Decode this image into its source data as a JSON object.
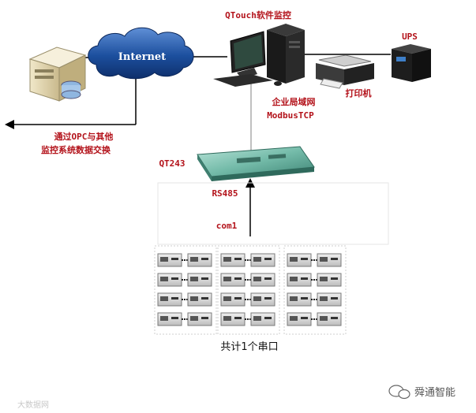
{
  "labels": {
    "qtouch": "QTouch软件监控",
    "ups": "UPS",
    "internet": "Internet",
    "printer": "打印机",
    "lan_line1": "企业局域网",
    "lan_line2": "ModbusTCP",
    "opc_line1": "通过OPC与其他",
    "opc_line2": "监控系统数据交换",
    "qt243": "QT243",
    "rs485": "RS485",
    "com1": "com1",
    "serial_total": "共计1个串口",
    "watermark_left": "大数据网",
    "watermark_right": "舜通智能"
  },
  "colors": {
    "label_red": "#b3121a",
    "cloud": "#1c4f9e",
    "device_green": "#6fb8a8",
    "line": "#000000"
  },
  "device_groups": [
    {
      "rows": 4,
      "cols": 2
    },
    {
      "rows": 4,
      "cols": 2
    },
    {
      "rows": 4,
      "cols": 2
    }
  ]
}
